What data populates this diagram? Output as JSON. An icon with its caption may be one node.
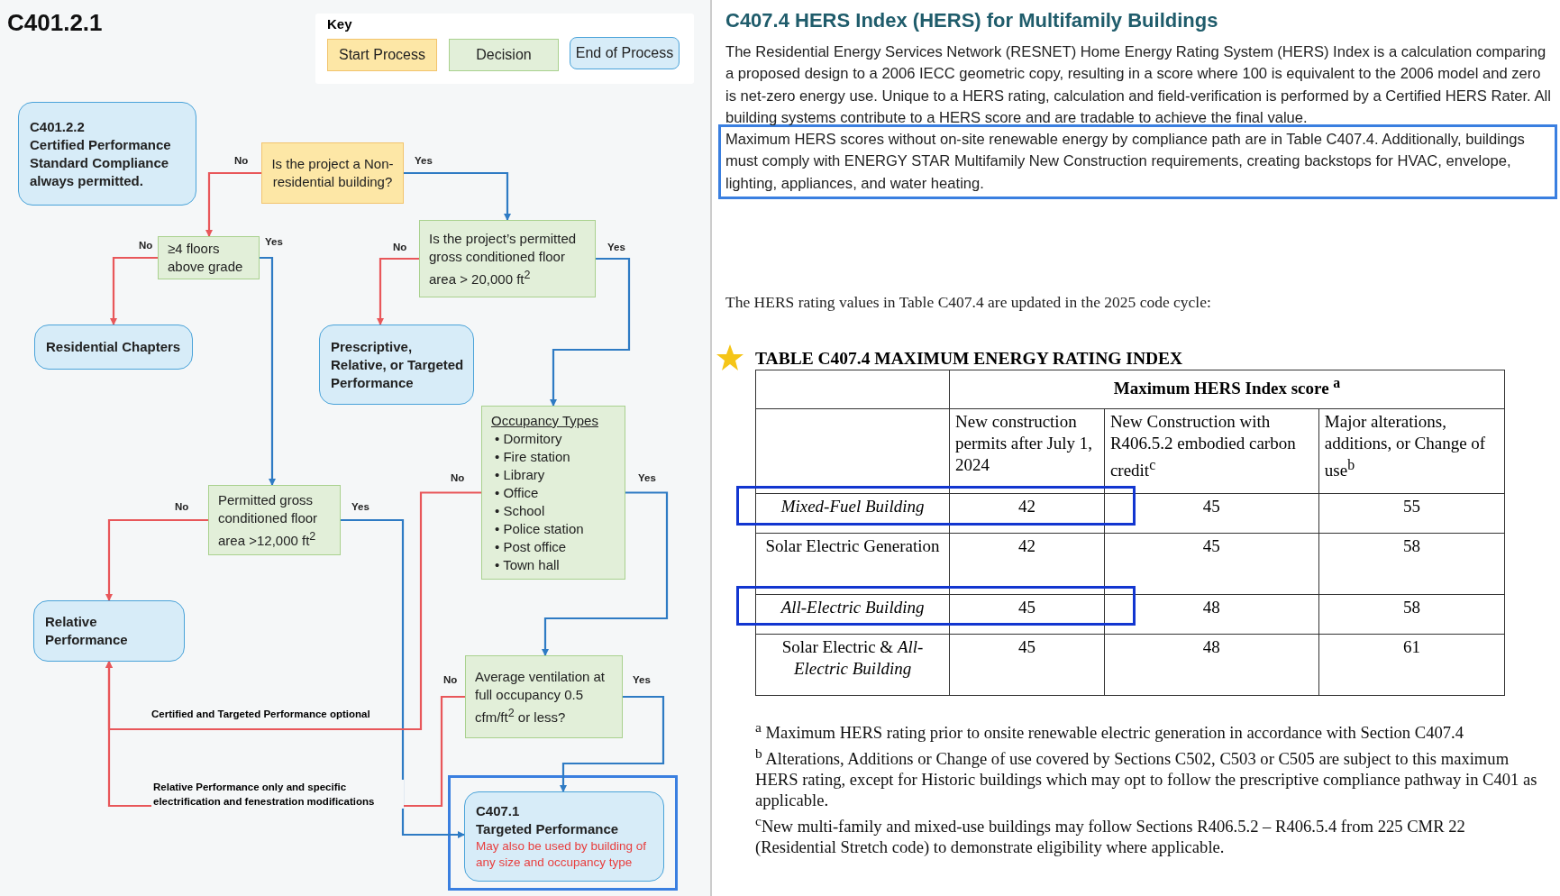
{
  "diagram": {
    "title": "C401.2.1",
    "nodes": [
      {
        "text": [
          "C401.2.2",
          "Certified Performance Standard Compliance always permitted."
        ]
      },
      {
        "text": [
          "Is the project a Non-residential building?"
        ]
      },
      {
        "text": [
          "≥4 floors above grade"
        ]
      },
      {
        "text": [
          "Is the project’s permitted gross conditioned floor area > 20,000 ft$^{2}$"
        ]
      },
      {
        "text": [
          "Residential Chapters"
        ]
      },
      {
        "text": [
          "Prescriptive, Relative, or Targeted Performance"
        ]
      },
      {
        "text": [
          "Occupancy Types",
          "• Dormitory",
          "• Fire station",
          "• Library",
          "• Office",
          "• School",
          "• Police station",
          "• Post office",
          "• Town hall"
        ]
      },
      {
        "text": [
          "Permitted gross conditioned floor area >12,000 ft$^{2}$"
        ]
      },
      {
        "text": [
          "Relative Performance"
        ]
      },
      {
        "text": [
          "Average ventilation at full occupancy 0.5 cfm/ft$^{2}$ or less?"
        ]
      },
      {
        "text": [
          "C407.1",
          "Targeted Performance",
          "May also be used by building of any size and occupancy type"
        ]
      }
    ],
    "edges": [
      {
        "from": 1,
        "to": 2,
        "arrow": "to",
        "label": "No",
        "color": "#e8575a"
      },
      {
        "from": 1,
        "to": 3,
        "arrow": "to",
        "label": "Yes",
        "color": "#2e7bc4"
      },
      {
        "from": 2,
        "to": 4,
        "arrow": "to",
        "label": "No",
        "color": "#e8575a"
      },
      {
        "from": 2,
        "to": 7,
        "arrow": "to",
        "label": "Yes",
        "color": "#2e7bc4"
      },
      {
        "from": 3,
        "to": 5,
        "arrow": "to",
        "label": "No",
        "color": "#e8575a"
      },
      {
        "from": 3,
        "to": 6,
        "arrow": "to",
        "label": "Yes",
        "color": "#2e7bc4"
      },
      {
        "from": 7,
        "to": 8,
        "arrow": "to",
        "label": "No",
        "color": "#e8575a"
      },
      {
        "from": 7,
        "to": 10,
        "arrow": "to",
        "label": "Yes",
        "color": "#2e7bc4"
      },
      {
        "from": 6,
        "to": 8,
        "arrow": "to",
        "label": "No",
        "color": "#e8575a"
      },
      {
        "from": 6,
        "to": 9,
        "arrow": "to",
        "label": "Yes",
        "color": "#2e7bc4"
      },
      {
        "from": 9,
        "to": 8,
        "arrow": "to",
        "label": "No",
        "color": "#e8575a"
      },
      {
        "from": 9,
        "to": 10,
        "arrow": "to",
        "label": "Yes",
        "color": "#2e7bc4"
      }
    ],
    "labels": [
      "Key",
      "Certified and Targeted Performance optional",
      "Relative Performance only and specific electrification and fenestration modifications",
      "C407.4 HERS Index (HERS) for Multifamily Buildings",
      "The Residential Energy Services Network (RESNET) Home Energy Rating System (HERS) Index is a calculation comparing a proposed design to a 2006 IECC geometric copy, resulting in a score where 100 is equivalent to the 2006 model and zero is net-zero energy use. Unique to a HERS rating, calculation and field-verification is performed by a Certified HERS Rater. All building systems contribute to a HERS score and are tradable to achieve the final value.",
      "Maximum HERS scores without on-site renewable energy by compliance path are in Table C407.4. Additionally, buildings must comply with ENERGY STAR Multifamily New Construction requirements, creating backstops for HVAC, envelope, lighting, appliances, and water heating.",
      "The HERS rating values in Table C407.4 are updated in the 2025 code cycle:",
      "TABLE C407.4 MAXIMUM ENERGY RATING INDEX",
      "Maximum HERS Index score $^{a}$",
      "New construction permits after July 1, 2024",
      "New Construction with R406.5.2 embodied carbon credit$^{c}$",
      "Major alterations, additions, or Change of use$^{b}$",
      "Mixed-Fuel Building",
      "42",
      "45",
      "55",
      "Solar Electric Generation",
      "42",
      "45",
      "58",
      "All-Electric Building",
      "45",
      "48",
      "58",
      "Solar Electric & *All-Electric Building*",
      "45",
      "48",
      "61",
      "$^{a}$ Maximum HERS rating prior to onsite renewable electric generation in accordance with Section C407.4",
      "$^{b}$ Alterations, Additions or Change of use covered by Sections C502, C503 or C505 are subject to this maximum HERS rating, except for Historic buildings which may opt to follow the prescriptive compliance pathway in C401 as applicable.",
      "$^{c}$New multi-family and mixed-use buildings may follow Sections R406.5.2 – R406.5.4 from 225 CMR 22 (Residential Stretch code) to demonstrate eligibility where applicable."
    ],
    "legend": [
      {
        "text": "Start Process",
        "color": "#fde7a6"
      },
      {
        "text": "Decision",
        "color": "#e2efd9"
      },
      {
        "text": "End of Process",
        "color": "#d7ecf8"
      }
    ]
  }
}
